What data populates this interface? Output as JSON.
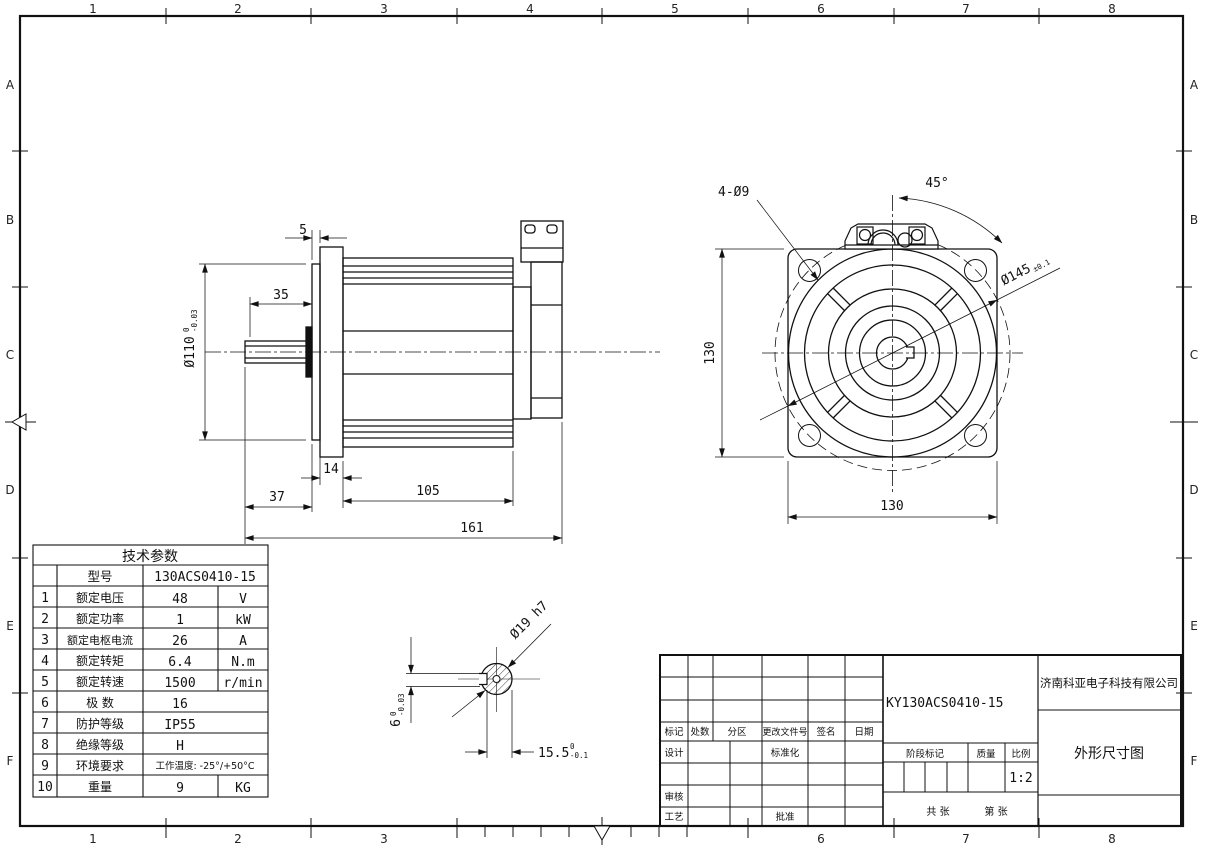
{
  "frame": {
    "top": [
      "1",
      "2",
      "3",
      "4",
      "5",
      "6",
      "7",
      "8"
    ],
    "bottom": [
      "1",
      "2",
      "3",
      "6",
      "7",
      "8"
    ],
    "left": [
      "A",
      "B",
      "C",
      "D",
      "E",
      "F"
    ],
    "right": [
      "A",
      "B",
      "C",
      "D",
      "E",
      "F"
    ]
  },
  "side_view": {
    "d5": "5",
    "d35": "35",
    "d110": "Ø110",
    "d110_top": "0",
    "d110_bot": "-0.03",
    "d14": "14",
    "d37": "37",
    "d105": "105",
    "d161": "161"
  },
  "front_view": {
    "holes": "4-Ø9",
    "angle": "45°",
    "bolt_circle": "Ø145",
    "bolt_tol": "±0.1",
    "width": "130",
    "height": "130"
  },
  "detail_view": {
    "shaft": "Ø19 h7",
    "flat": "15.5",
    "flat_top": "0",
    "flat_bot": "-0.1",
    "key": "6",
    "key_top": "0",
    "key_bot": "-0.03"
  },
  "param_table": {
    "title": "技术参数",
    "model_label": "型号",
    "model_value": "130ACS0410-15",
    "rows": [
      {
        "no": "1",
        "name": "额定电压",
        "value": "48",
        "unit": "V"
      },
      {
        "no": "2",
        "name": "额定功率",
        "value": "1",
        "unit": "kW"
      },
      {
        "no": "3",
        "name": "额定电枢电流",
        "value": "26",
        "unit": "A"
      },
      {
        "no": "4",
        "name": "额定转矩",
        "value": "6.4",
        "unit": "N.m"
      },
      {
        "no": "5",
        "name": "额定转速",
        "value": "1500",
        "unit": "r/min"
      },
      {
        "no": "6",
        "name": "极 数",
        "value": "16",
        "unit": ""
      },
      {
        "no": "7",
        "name": "防护等级",
        "value": "IP55",
        "unit": ""
      },
      {
        "no": "8",
        "name": "绝缘等级",
        "value": "H",
        "unit": ""
      },
      {
        "no": "9",
        "name": "环境要求",
        "value": "工作温度: -25°/+50°C",
        "unit": ""
      },
      {
        "no": "10",
        "name": "重量",
        "value": "9",
        "unit": "KG"
      }
    ]
  },
  "title_block": {
    "rev_headers": [
      "标记",
      "处数",
      "分区",
      "更改文件号",
      "签名",
      "日期"
    ],
    "design_label": "设计",
    "standardization_label": "标准化",
    "check_label": "审核",
    "process_label": "工艺",
    "approve_label": "批准",
    "drawing_no": "KY130ACS0410-15",
    "company": "济南科亚电子科技有限公司",
    "drawing_title": "外形尺寸图",
    "stage_label": "阶段标记",
    "weight_label": "质量",
    "scale_label": "比例",
    "scale_value": "1:2",
    "sheets_label": "共  张",
    "sheet_label": "第  张"
  }
}
